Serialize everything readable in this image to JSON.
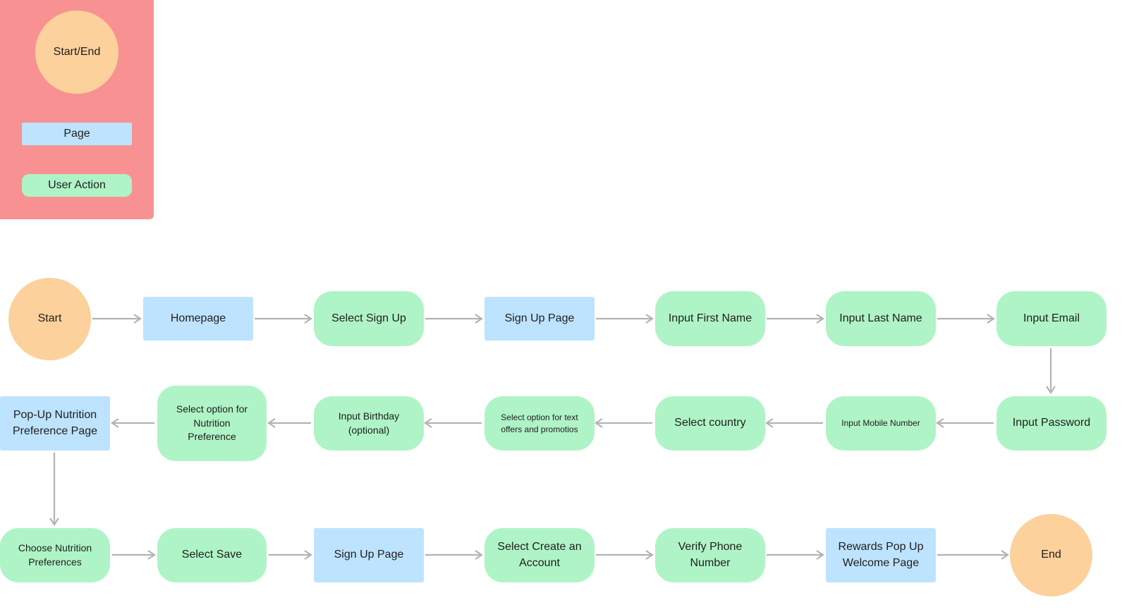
{
  "colors": {
    "legend_bg": "#f89292",
    "start_end": "#fcd19c",
    "page": "#bde3ff",
    "user_action": "#aff4c6",
    "arrow": "#b3b3b3"
  },
  "legend": {
    "start_end": "Start/End",
    "page": "Page",
    "user_action": "User Action"
  },
  "flow": {
    "start": "Start",
    "homepage": "Homepage",
    "select_sign_up": "Select Sign Up",
    "sign_up_page": "Sign Up Page",
    "input_first_name": "Input First Name",
    "input_last_name": "Input Last Name",
    "input_email": "Input Email",
    "input_password": "Input Password",
    "input_mobile_number": "Input Mobile Number",
    "select_country": "Select country",
    "select_text_offers": "Select option for text offers and promotios",
    "input_birthday": "Input Birthday (optional)",
    "select_nutrition_option": "Select option for Nutrition Preference",
    "popup_nutrition_page": "Pop-Up Nutrition Preference Page",
    "choose_nutrition": "Choose Nutrition Preferences",
    "select_save": "Select Save",
    "sign_up_page_2": "Sign Up Page",
    "select_create_account": "Select Create an Account",
    "verify_phone": "Verify Phone Number",
    "rewards_popup": "Rewards Pop Up Welcome Page",
    "end": "End"
  }
}
